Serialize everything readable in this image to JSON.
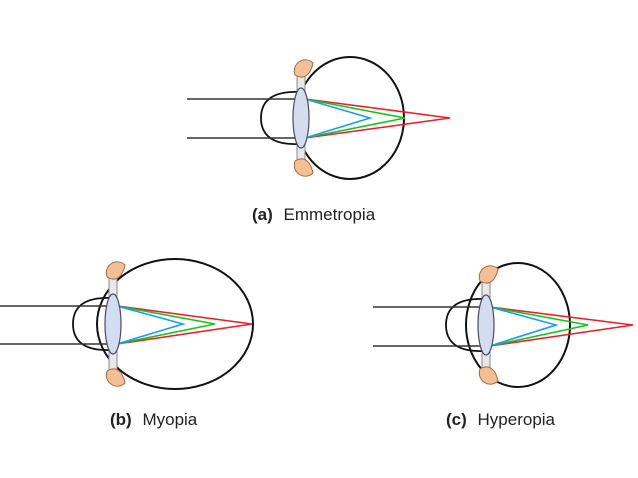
{
  "colors": {
    "outline": "#111111",
    "incoming_ray": "#333333",
    "lens_fill": "#d4dcef",
    "lens_stroke": "#4a4a6a",
    "ciliary_fill": "#f3bf95",
    "ciliary_stroke": "#a86a3f",
    "iris_fill": "#e8e8e8",
    "ray_red": "#e8212b",
    "ray_green": "#18c21d",
    "ray_blue": "#1d9bf0"
  },
  "panels": [
    {
      "id": "a",
      "tag": "(a)",
      "name": "Emmetropia"
    },
    {
      "id": "b",
      "tag": "(b)",
      "name": "Myopia"
    },
    {
      "id": "c",
      "tag": "(c)",
      "name": "Hyperopia"
    }
  ]
}
